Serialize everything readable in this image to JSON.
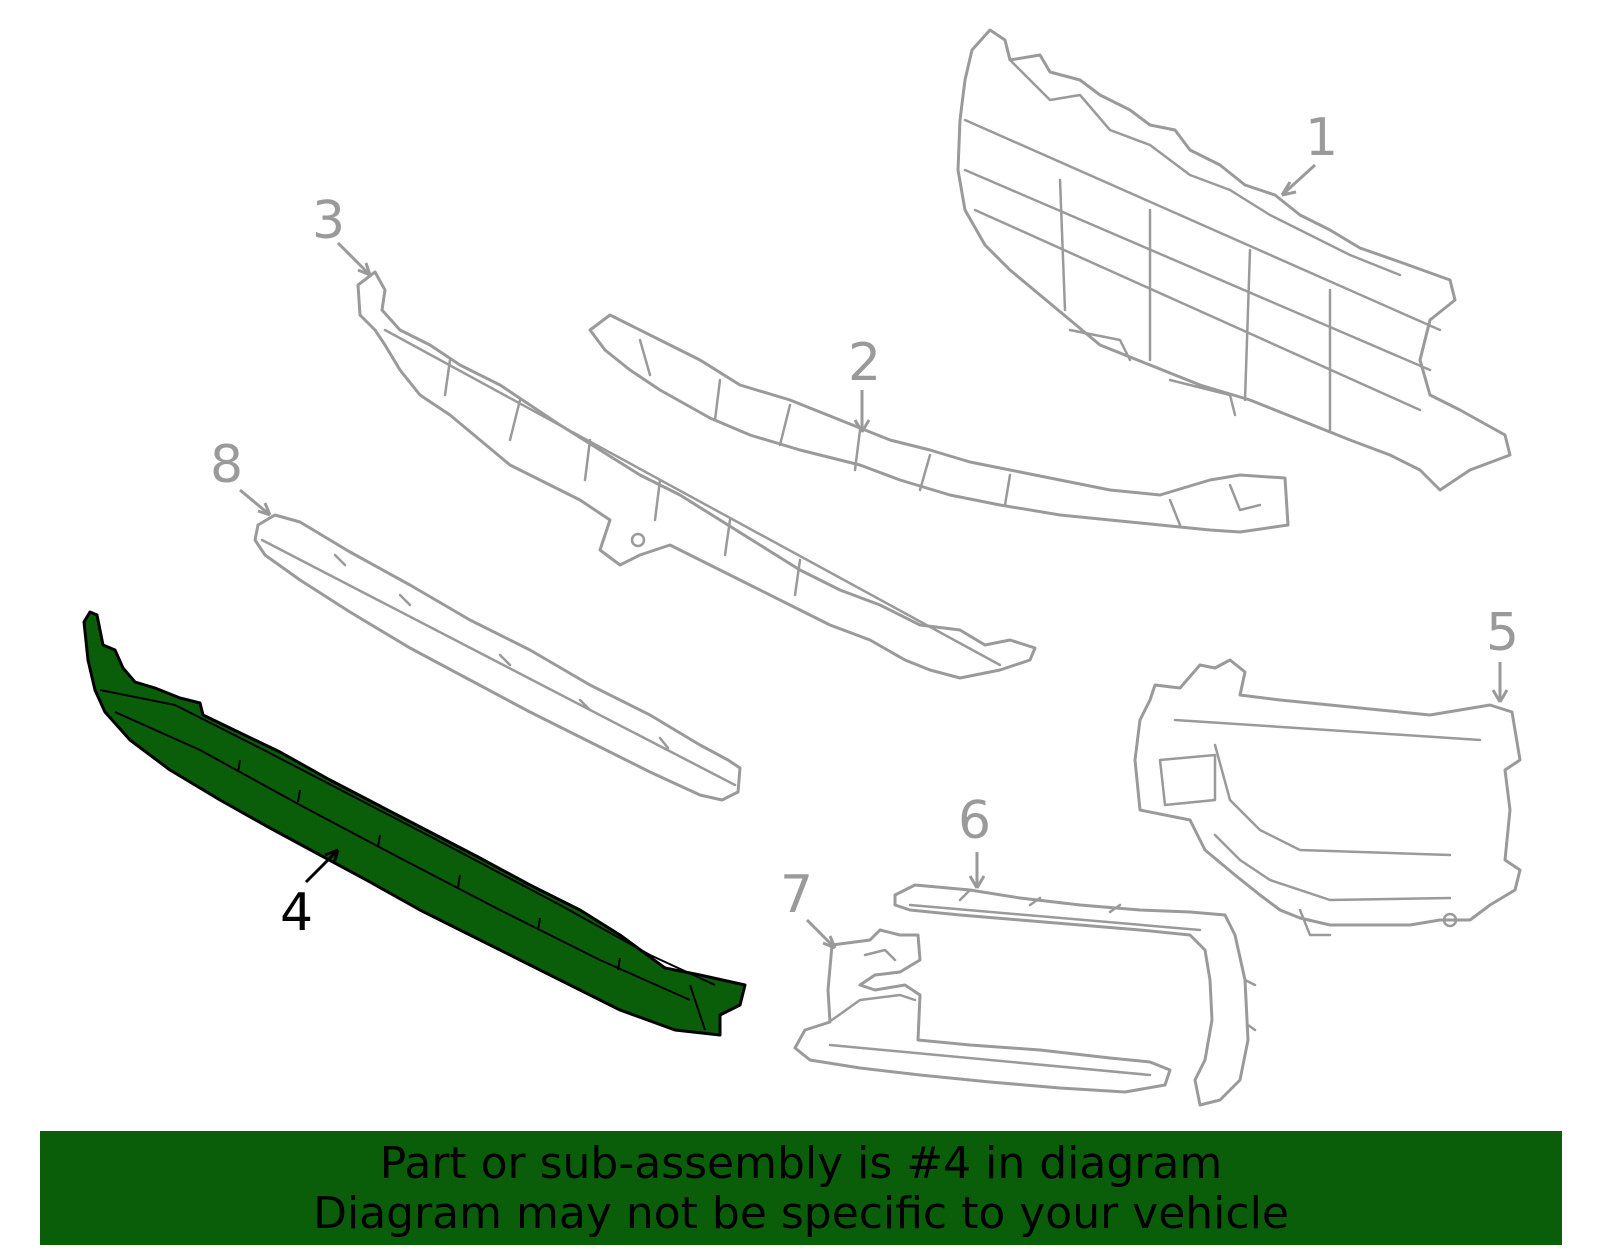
{
  "callouts": [
    {
      "id": "1",
      "label": "1"
    },
    {
      "id": "2",
      "label": "2"
    },
    {
      "id": "3",
      "label": "3"
    },
    {
      "id": "4",
      "label": "4",
      "highlighted": true
    },
    {
      "id": "5",
      "label": "5"
    },
    {
      "id": "6",
      "label": "6"
    },
    {
      "id": "7",
      "label": "7"
    },
    {
      "id": "8",
      "label": "8"
    }
  ],
  "banner": {
    "line1": "Part or sub-assembly is #4 in diagram",
    "line2": "Diagram may not be specific to your vehicle"
  },
  "colors": {
    "highlight": "#0a5e0a",
    "outline": "#9a9a9a",
    "banner": "#0a5e0a"
  }
}
